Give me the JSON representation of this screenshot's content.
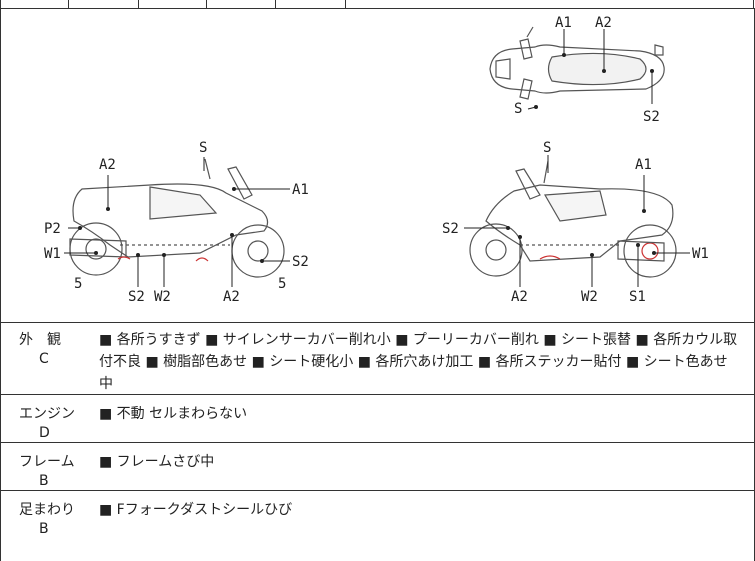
{
  "diagram_labels": {
    "top": [
      "A1",
      "A2",
      "S",
      "S2"
    ],
    "left": [
      "S",
      "A2",
      "A1",
      "P2",
      "W1",
      "S2",
      "5",
      "S2",
      "W2",
      "A2",
      "5"
    ],
    "right": [
      "S",
      "A1",
      "S2",
      "W1",
      "A2",
      "W2",
      "S1"
    ]
  },
  "rows": [
    {
      "name": "外　観",
      "grade": "C",
      "desc": "■ 各所うすきず ■ サイレンサーカバー削れ小 ■ プーリーカバー削れ ■ シート張替 ■ 各所カウル取付不良 ■ 樹脂部色あせ ■ シート硬化小 ■ 各所穴あけ加工 ■ 各所ステッカー貼付 ■ シート色あせ中"
    },
    {
      "name": "エンジン",
      "grade": "D",
      "desc": "■ 不動 セルまわらない"
    },
    {
      "name": "フレーム",
      "grade": "B",
      "desc": "■ フレームさび中"
    },
    {
      "name": "足まわり",
      "grade": "B",
      "desc": "■ Fフォークダストシールひび"
    }
  ]
}
